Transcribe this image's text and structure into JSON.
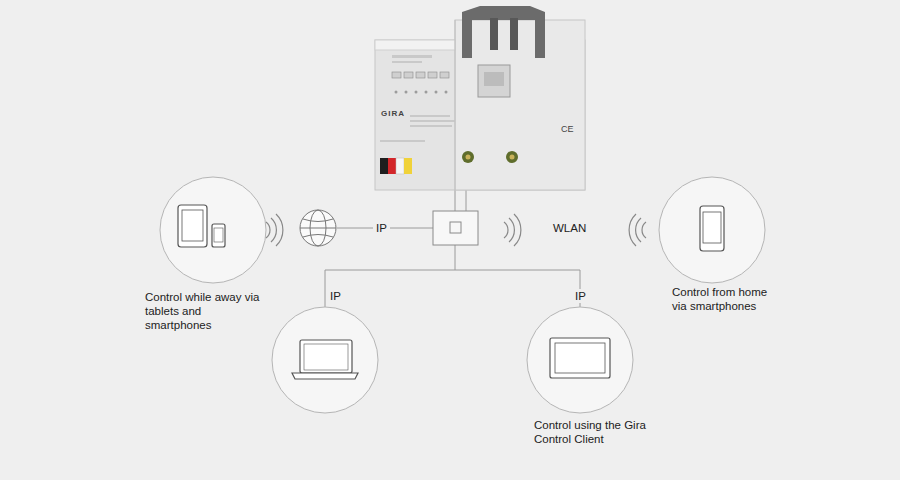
{
  "diagram": {
    "nodes": [
      {
        "text": [
          "GIRA",
          "CE"
        ]
      },
      {
        "text": [
          "Control while away via tablets and smartphones"
        ]
      },
      {
        "text": [
          "Control from home via smartphones"
        ]
      },
      {
        "text": [
          "Control using the Gira Control Client"
        ]
      }
    ],
    "labels": [
      "IP",
      "WLAN",
      "IP",
      "IP"
    ]
  }
}
